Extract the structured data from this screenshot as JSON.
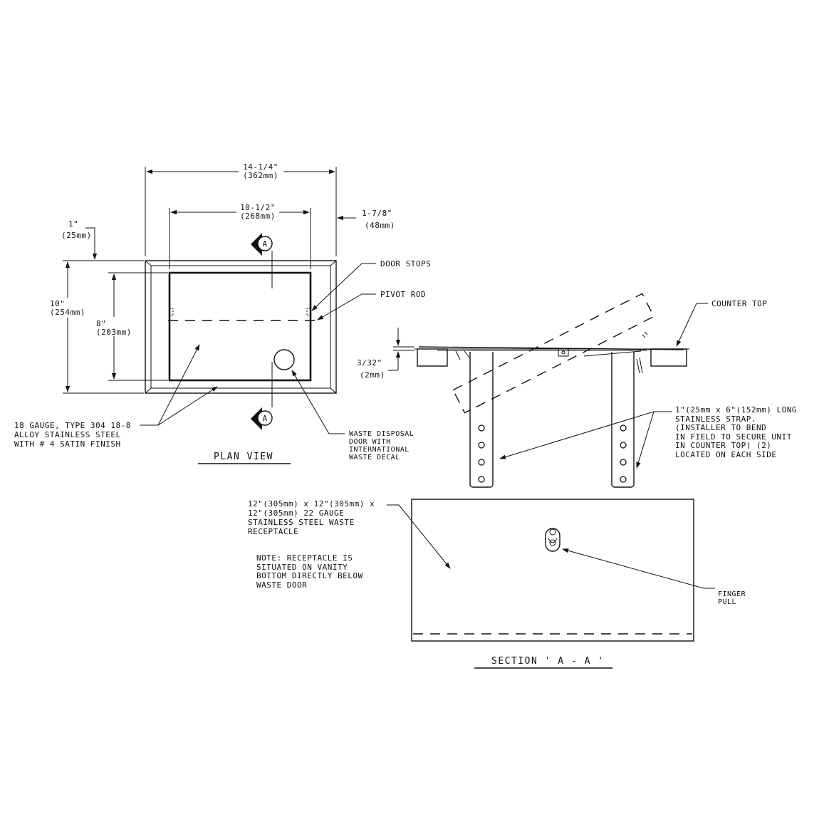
{
  "plan_view": {
    "title": "PLAN VIEW",
    "dim_overall_width": "14-1/4\"",
    "dim_overall_width_metric": "(362mm)",
    "dim_opening_width": "10-1/2\"",
    "dim_opening_width_metric": "(268mm)",
    "dim_flange": "1-7/8\"",
    "dim_flange_metric": "(48mm)",
    "dim_top_offset": "1\"",
    "dim_top_offset_metric": "(25mm)",
    "dim_overall_height": "10\"",
    "dim_overall_height_metric": "(254mm)",
    "dim_opening_height": "8\"",
    "dim_opening_height_metric": "(203mm)",
    "section_marker": "A",
    "label_door_stops": "DOOR STOPS",
    "label_pivot_rod": "PIVOT ROD",
    "label_material": [
      "18 GAUGE, TYPE 304 18-8",
      "ALLOY STAINLESS STEEL",
      "WITH # 4 SATIN FINISH"
    ],
    "label_waste_door": [
      "WASTE DISPOSAL",
      "DOOR WITH",
      "INTERNATIONAL",
      "WASTE DECAL"
    ]
  },
  "section_view": {
    "title": "SECTION ' A - A '",
    "label_counter_top": "COUNTER TOP",
    "dim_thickness": "3/32\"",
    "dim_thickness_metric": "(2mm)",
    "label_strap": [
      "1\"(25mm x 6\"(152mm) LONG",
      "STAINLESS STRAP.",
      "(INSTALLER TO BEND",
      "IN FIELD TO SECURE UNIT",
      "IN COUNTER TOP) (2)",
      "LOCATED ON EACH SIDE"
    ],
    "label_receptacle": [
      "12\"(305mm) x 12\"(305mm) x",
      "12\"(305mm)  22 GAUGE",
      "STAINLESS STEEL WASTE",
      "RECEPTACLE"
    ],
    "note": [
      "NOTE: RECEPTACLE IS",
      "SITUATED ON VANITY",
      "BOTTOM DIRECTLY BELOW",
      "WASTE DOOR"
    ],
    "label_finger_pull": [
      "FINGER",
      "PULL"
    ]
  }
}
